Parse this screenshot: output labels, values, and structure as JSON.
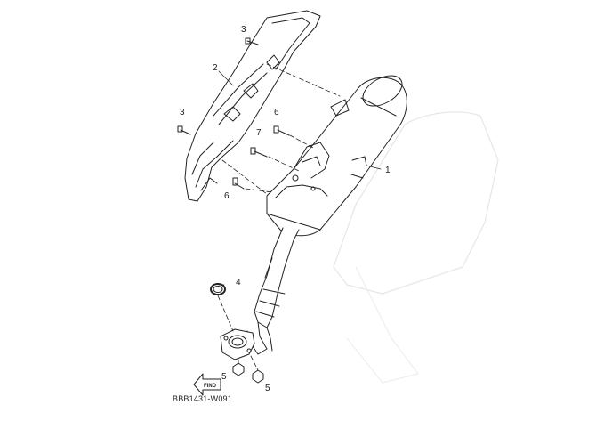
{
  "diagram": {
    "reference_code": "BBB1431-W091",
    "find_label": "FIND",
    "callouts": [
      {
        "id": "c1",
        "label": "1"
      },
      {
        "id": "c2",
        "label": "2"
      },
      {
        "id": "c3a",
        "label": "3"
      },
      {
        "id": "c3b",
        "label": "3"
      },
      {
        "id": "c4",
        "label": "4"
      },
      {
        "id": "c5a",
        "label": "5"
      },
      {
        "id": "c5b",
        "label": "5"
      },
      {
        "id": "c6a",
        "label": "6"
      },
      {
        "id": "c6b",
        "label": "6"
      },
      {
        "id": "c7",
        "label": "7"
      }
    ]
  }
}
